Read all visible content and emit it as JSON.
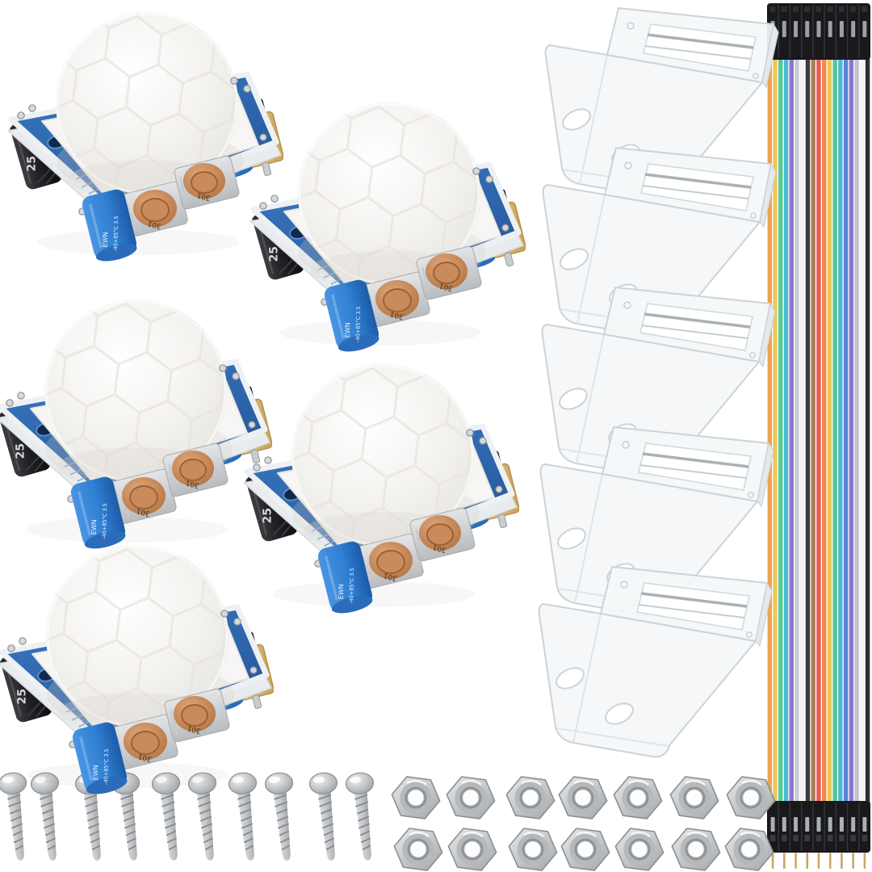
{
  "scene": {
    "type": "product-photo",
    "background": "#ffffff",
    "items_summary": {
      "pir_sensor_modules": 5,
      "acrylic_brackets": 5,
      "jumper_wire_ribbons": 1,
      "screws": 10,
      "hex_nuts": 14
    }
  },
  "pir_module": {
    "count": 5,
    "dome": {
      "color_center": "#ffffff",
      "color_mid": "#f4f2ef",
      "color_edge": "#dedbd6",
      "facet_line": "#e7e4df",
      "flange": "#f7f6f4"
    },
    "pcb": {
      "top": "#3a7ac2",
      "bottom": "#25569c",
      "silk_border": "#eef1f3",
      "edge": "#e9ecee",
      "trace": "#5d96d6",
      "hole": "#0e2a4c"
    },
    "black_capacitor": {
      "body_light": "#3c3c41",
      "body_dark": "#0c0c0e",
      "label": "25",
      "label_color": "#d8d8da"
    },
    "blue_capacitor": {
      "body_light": "#4a94e4",
      "body_dark": "#1c5aa8",
      "label_line1": "EWN",
      "label_line2": "-40+85°C 3.5",
      "label_color": "#eaf2fb"
    },
    "trimpot": {
      "body_light": "#e0a87a",
      "body_dark": "#b0703f",
      "cap": "#c98a5c",
      "base_light": "#e3e5e7",
      "base_dark": "#b9bcbf",
      "label": "301",
      "label_color": "#4a2f1c",
      "count_per_module": 2
    },
    "header_connector": {
      "body_light": "#f0dda0",
      "body_dark": "#cda75e",
      "stripe": "#b6904a",
      "base": "#1c1c1f"
    },
    "pin_color": "#d6d9db",
    "pin_edge": "#8f9396"
  },
  "bracket": {
    "count": 5,
    "fill": "#f4f7f8",
    "outline": "#ccd3d8",
    "crease": "#dfe5e8",
    "rail_dark": "#a9b1b6",
    "rail_light": "#c6cdd1",
    "window_fill": "#ffffff"
  },
  "ribbon": {
    "top_connector": {
      "housings": 9,
      "color": "#19191c",
      "divider": "#35353a",
      "clip_color": "#9aa0a4"
    },
    "bottom_connector": {
      "housings": 9,
      "color": "#19191c",
      "divider": "#35353a",
      "clip_color": "#aab0b4",
      "pins": 9,
      "pin_color": "#c8a76b"
    },
    "wire_colors": [
      "#f0a24e",
      "#ecc85a",
      "#57c793",
      "#49b9d6",
      "#8e74c9",
      "#c9ccd1",
      "#f4f4f5",
      "#3b3b3e",
      "#a5805c",
      "#e85c54",
      "#f0874e",
      "#ecc85a",
      "#57c793",
      "#49b9d6",
      "#5a82d8",
      "#8e74c9",
      "#c0c3c8",
      "#f4f4f5",
      "#2e2e31"
    ]
  },
  "screw": {
    "count": 10,
    "head_light": "#f0f1f2",
    "head_mid": "#b9bcbf",
    "head_dark": "#939699",
    "shaft_light": "#d9dbdd",
    "shaft_dark": "#9fa3a6",
    "thread": "#85898c"
  },
  "nut": {
    "count": 14,
    "rows": 2,
    "per_row": 7,
    "face_light": "#e8e9ea",
    "face_dark": "#a9adb0",
    "ring": "#b5b9bc",
    "hole_edge": "#8f9396",
    "outline": "#888c8f"
  }
}
